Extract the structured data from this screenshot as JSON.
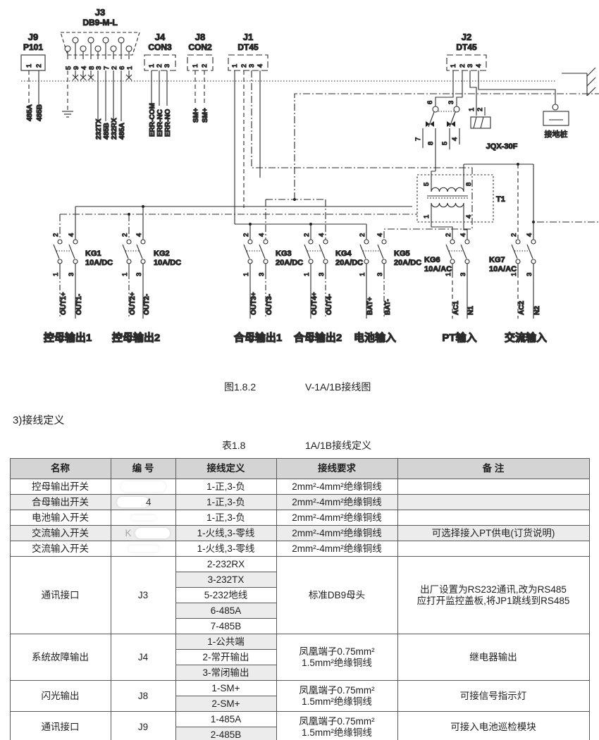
{
  "diagram": {
    "connectors": [
      {
        "id": "J9",
        "sub": "P101",
        "pins": [
          "1",
          "2"
        ],
        "wires": [
          "485A",
          "485B"
        ]
      },
      {
        "id": "J3",
        "sub": "DB9-M-L",
        "pins": [
          "5",
          "9",
          "4",
          "8",
          "3",
          "7",
          "2",
          "6",
          "1"
        ],
        "wires": [
          "232TX",
          "485B",
          "232RX",
          "485A"
        ]
      },
      {
        "id": "J4",
        "sub": "CON3",
        "pins": [
          "1",
          "2",
          "3"
        ],
        "wires": [
          "ERR-COM",
          "ERR-NC",
          "ERR-NO"
        ]
      },
      {
        "id": "J8",
        "sub": "CON2",
        "pins": [
          "1",
          "2"
        ],
        "wires": [
          "SM+",
          "SM+"
        ]
      },
      {
        "id": "J1",
        "sub": "DT45",
        "pins": [
          "1",
          "2",
          "3",
          "4"
        ]
      },
      {
        "id": "J2",
        "sub": "DT45",
        "pins": [
          "1",
          "2",
          "3",
          "4"
        ]
      }
    ],
    "relay": {
      "label": "JQX-30F",
      "contact_pins": [
        "6",
        "3"
      ],
      "bottom_pins": [
        "7",
        "8",
        "5",
        "4"
      ],
      "coil_pins": [
        "1",
        "2"
      ]
    },
    "transformer": {
      "label": "T1",
      "top_pins": [
        "5",
        "8"
      ],
      "bottom_pins": [
        "1",
        "4"
      ]
    },
    "ground": {
      "label": "接地桩"
    },
    "switches": [
      {
        "id": "KG1",
        "rating": "10A/DC",
        "top": [
          "2",
          "4"
        ],
        "bottom": [
          "1",
          "3"
        ],
        "wires": [
          "OUT1+",
          "OUT1-"
        ],
        "caption": "控母输出1"
      },
      {
        "id": "KG2",
        "rating": "10A/DC",
        "top": [
          "2",
          "4"
        ],
        "bottom": [
          "1",
          "3"
        ],
        "wires": [
          "OUT2+",
          "OUT2-"
        ],
        "caption": "控母输出2"
      },
      {
        "id": "KG3",
        "rating": "20A/DC",
        "top": [
          "2",
          "4"
        ],
        "bottom": [
          "1",
          "3"
        ],
        "wires": [
          "OUT3+",
          "OUT3-"
        ],
        "caption": "合母输出1"
      },
      {
        "id": "KG4",
        "rating": "20A/DC",
        "top": [
          "2",
          "4"
        ],
        "bottom": [
          "1",
          "3"
        ],
        "wires": [
          "OUT4+",
          "OUT4-"
        ],
        "caption": "合母输出2"
      },
      {
        "id": "KG5",
        "rating": "20A/DC",
        "top": [
          "2",
          "4"
        ],
        "bottom": [
          "1",
          "3"
        ],
        "wires": [
          "BAT+",
          "BAT-"
        ],
        "caption": "电池输入"
      },
      {
        "id": "KG6",
        "rating": "10A/AC",
        "top": [
          "2",
          "4"
        ],
        "bottom": [
          "1",
          "3"
        ],
        "wires": [
          "AC1",
          "N1"
        ],
        "caption": "PT输入"
      },
      {
        "id": "KG7",
        "rating": "10A/AC",
        "top": [
          "2",
          "4"
        ],
        "bottom": [
          "1",
          "3"
        ],
        "wires": [
          "AC2",
          "N2"
        ],
        "caption": "交流输入"
      }
    ]
  },
  "figure": {
    "num": "图1.8.2",
    "title": "V-1A/1B接线图"
  },
  "section": {
    "heading": "3)接线定义"
  },
  "table": {
    "caption_num": "表1.8",
    "caption_title": "1A/1B接线定义",
    "headers": [
      "名称",
      "编 号",
      "接线定义",
      "接线要求",
      "备  注"
    ],
    "simple_rows": [
      {
        "name": "控母输出开关",
        "code": "",
        "def": "1-正,3-负",
        "req": "2mm²-4mm²绝缘铜线",
        "note": ""
      },
      {
        "name": "合母输出开关",
        "code": "4",
        "def": "1-正,3-负",
        "req": "2mm²-4mm²绝缘铜线",
        "note": ""
      },
      {
        "name": "电池输入开关",
        "code": "",
        "def": "1-正,3-负",
        "req": "2mm²-4mm²绝缘铜线",
        "note": ""
      },
      {
        "name": "交流输入开关",
        "code": "K",
        "def": "1-火线,3-零线",
        "req": "2mm²-4mm²绝缘铜线",
        "note": "可选择接入PT供电(订货说明)"
      },
      {
        "name": "交流输入开关",
        "code": "",
        "def": "1-火线,3-零线",
        "req": "2mm²-4mm²绝缘铜线",
        "note": ""
      }
    ],
    "groups": [
      {
        "name": "通讯接口",
        "code": "J3",
        "defs": [
          "2-232RX",
          "3-232TX",
          "5-232地线",
          "6-485A",
          "7-485B"
        ],
        "req": "标准DB9母头",
        "note": "出厂设置为RS232通讯,改为RS485\n应打开监控盖板,将JP1跳线到RS485"
      },
      {
        "name": "系统故障输出",
        "code": "J4",
        "defs": [
          "1-公共端",
          "2-常开输出",
          "3-常闭输出"
        ],
        "req": "凤凰端子0.75mm²\n1.5mm²绝缘铜线",
        "note": "继电器输出"
      },
      {
        "name": "闪光输出",
        "code": "J8",
        "defs": [
          "1-SM+",
          "2-SM+"
        ],
        "req": "凤凰端子0.75mm²\n1.5mm²绝缘铜线",
        "note": "可接信号指示灯"
      },
      {
        "name": "通讯接口",
        "code": "J9",
        "defs": [
          "1-485A",
          "2-485B"
        ],
        "req": "凤凰端子0.75mm²\n1.5mm²绝缘铜线",
        "note": "可接入电池巡检模块"
      }
    ]
  }
}
